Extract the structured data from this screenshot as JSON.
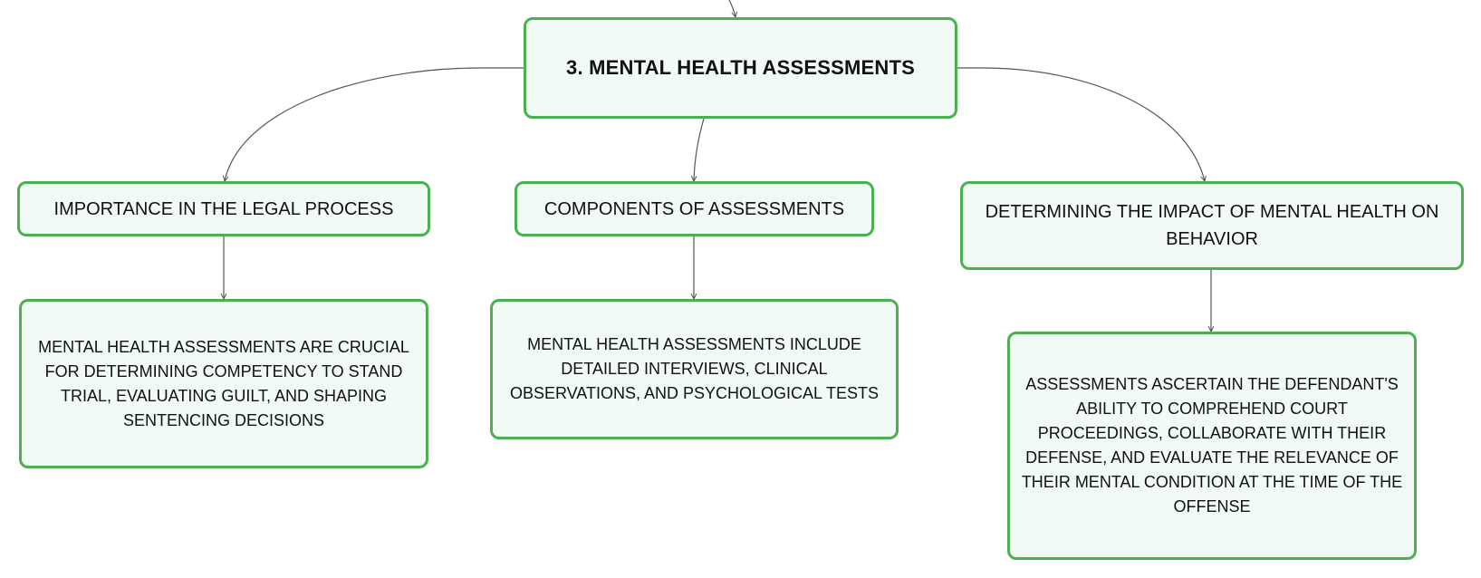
{
  "colors": {
    "node_border": "#4caf50",
    "node_fill": "#f1faf4",
    "connector": "#555555",
    "text": "#111111"
  },
  "mindmap": {
    "root": {
      "label": "3. MENTAL HEALTH ASSESSMENTS"
    },
    "branches": [
      {
        "label": "IMPORTANCE IN THE LEGAL PROCESS",
        "detail": "MENTAL HEALTH ASSESSMENTS ARE CRUCIAL FOR DETERMINING COMPETENCY TO STAND TRIAL, EVALUATING GUILT, AND SHAPING SENTENCING DECISIONS"
      },
      {
        "label": "COMPONENTS OF ASSESSMENTS",
        "detail": "MENTAL HEALTH ASSESSMENTS INCLUDE DETAILED INTERVIEWS, CLINICAL OBSERVATIONS, AND PSYCHOLOGICAL TESTS"
      },
      {
        "label": "DETERMINING THE IMPACT OF MENTAL HEALTH ON BEHAVIOR",
        "detail": "ASSESSMENTS ASCERTAIN THE DEFENDANT'S ABILITY TO COMPREHEND COURT PROCEEDINGS, COLLABORATE WITH THEIR DEFENSE, AND EVALUATE THE RELEVANCE OF THEIR MENTAL CONDITION AT THE TIME OF THE OFFENSE"
      }
    ]
  }
}
